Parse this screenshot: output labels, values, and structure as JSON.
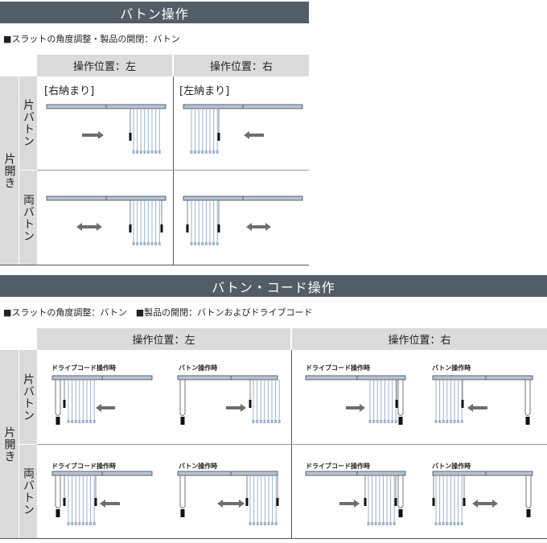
{
  "section1": {
    "title": "バトン操作",
    "subtitle": "■スラットの角度調整・製品の開閉：バトン",
    "col_left": "操作位置：左",
    "col_right": "操作位置：右",
    "row_group": "片開き",
    "row1": "片バトン",
    "row2": "両バトン",
    "note_left": "[右納まり]",
    "note_right": "[左納まり]"
  },
  "section2": {
    "title": "バトン・コード操作",
    "subtitle": "■スラットの角度調整：バトン　■製品の開閉：バトンおよびドライブコード",
    "col_left": "操作位置：左",
    "col_right": "操作位置：右",
    "row_group": "片開き",
    "row1": "片バトン",
    "row2": "両バトン",
    "label_drive": "ドライブコード操作時",
    "label_baton": "バトン操作時"
  },
  "colors": {
    "banner": "#535d66",
    "header": "#d9dbdd",
    "rail": "#b7c3d2",
    "slat": "#9db2cc",
    "arrow": "#6e6e6e"
  }
}
